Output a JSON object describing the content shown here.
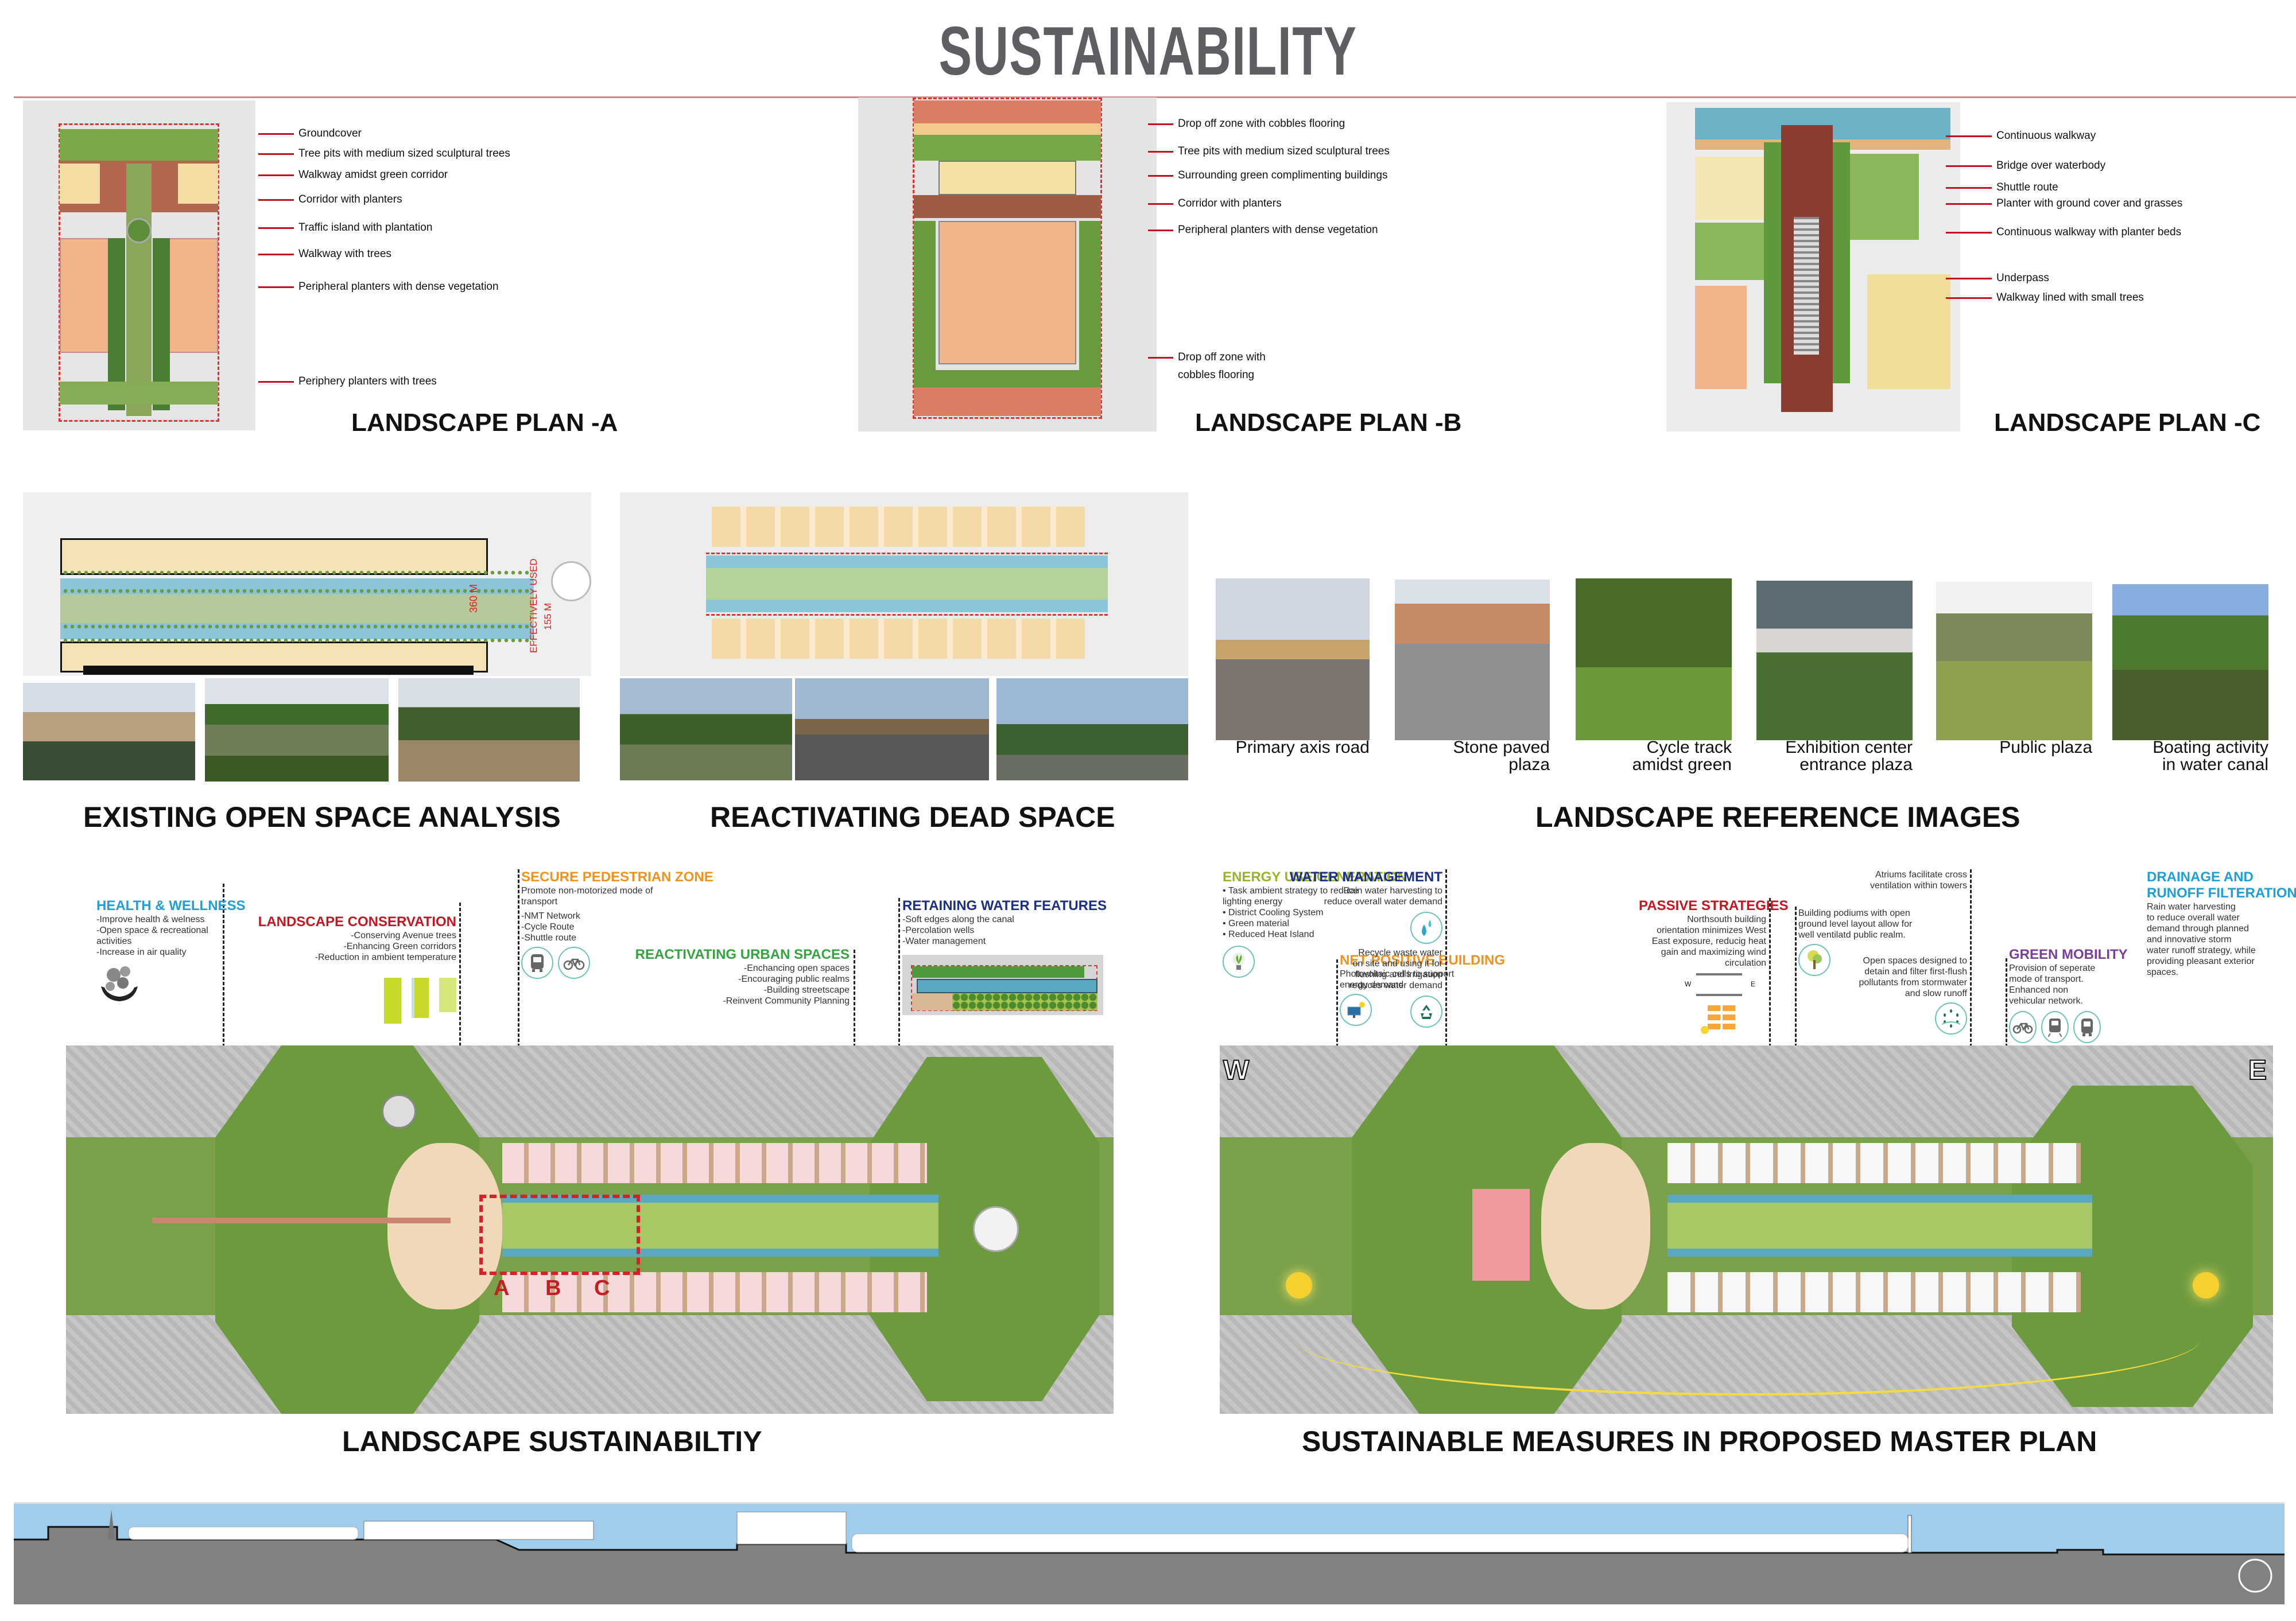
{
  "header": {
    "title": "SUSTAINABILITY"
  },
  "landscape_plans": [
    {
      "title": "LANDSCAPE PLAN -A",
      "callouts": [
        "Groundcover",
        "Tree pits with medium sized sculptural trees",
        "Walkway amidst green corridor",
        "Corridor with planters",
        "Traffic island with plantation",
        "Walkway with trees",
        "Peripheral planters with dense vegetation",
        "Periphery planters with trees"
      ]
    },
    {
      "title": "LANDSCAPE PLAN -B",
      "callouts": [
        "Drop off zone with cobbles flooring",
        "Tree pits with medium sized sculptural trees",
        "Surrounding green complimenting buildings",
        "Corridor with planters",
        "Peripheral planters with dense vegetation",
        "Drop off zone with",
        "cobbles flooring"
      ]
    },
    {
      "title": "LANDSCAPE PLAN -C",
      "callouts": [
        "Continuous walkway",
        "Bridge over waterbody",
        "Shuttle route",
        "Planter with ground cover and grasses",
        "Continuous walkway with planter beds",
        "Underpass",
        "Walkway lined with small trees"
      ]
    }
  ],
  "existing_open_space": {
    "title": "EXISTING OPEN SPACE ANALYSIS",
    "dimension_label": "360 M",
    "effective_label": "EFFECTIVELY USED",
    "effective_value": "155 M"
  },
  "reactivating_dead_space": {
    "title": "REACTIVATING DEAD SPACE"
  },
  "reference_images": {
    "title": "LANDSCAPE REFERENCE IMAGES",
    "items": [
      {
        "caption_line1": "Primary axis road",
        "caption_line2": ""
      },
      {
        "caption_line1": "Stone paved",
        "caption_line2": "plaza"
      },
      {
        "caption_line1": "Cycle track",
        "caption_line2": "amidst green"
      },
      {
        "caption_line1": "Exhibition center",
        "caption_line2": "entrance plaza"
      },
      {
        "caption_line1": "Public plaza",
        "caption_line2": ""
      },
      {
        "caption_line1": "Boating activity",
        "caption_line2": "in water canal"
      }
    ]
  },
  "landscape_sustainability": {
    "title": "LANDSCAPE SUSTAINABILTIY",
    "plan_markers": [
      "A",
      "B",
      "C"
    ],
    "strategies": [
      {
        "heading": "HEALTH & WELLNESS",
        "color": "#1e9fd8",
        "lines": [
          "-Improve health & welness",
          "-Open space & recreational",
          "activities",
          "-Increase in air quality"
        ]
      },
      {
        "heading": "LANDSCAPE CONSERVATION",
        "color": "#c8141e",
        "lines": [
          "-Conserving Avenue trees",
          "-Enhancing Green corridors",
          "-Reduction in ambient temperature"
        ]
      },
      {
        "heading": "SECURE PEDESTRIAN ZONE",
        "color": "#f0921e",
        "lines": [
          "Promote non-motorized mode of",
          "transport",
          "-NMT Network",
          "-Cycle Route",
          "-Shuttle route"
        ]
      },
      {
        "heading": "REACTIVATING URBAN SPACES",
        "color": "#33a440",
        "lines": [
          "-Enchancing open spaces",
          "-Encouraging public realms",
          "-Building streetscape",
          "-Reinvent Community Planning"
        ]
      },
      {
        "heading": "RETAINING WATER FEATURES",
        "color": "#1b2f86",
        "lines": [
          "-Soft edges along the canal",
          "-Percolation wells",
          "-Water management"
        ]
      }
    ]
  },
  "sustainable_measures": {
    "title": "SUSTAINABLE MEASURES IN PROPOSED MASTER PLAN",
    "compass_west": "W",
    "compass_east": "E",
    "strategies": [
      {
        "heading": "ENERGY USE/GENERATION",
        "color": "#98b42a",
        "lines": [
          "• Task ambient strategy to reduce",
          "lighting energy",
          "• District Cooling System",
          "• Green material",
          "• Reduced Heat Island"
        ]
      },
      {
        "heading": "NET POSITIVE BUILDING",
        "color": "#f0921e",
        "lines": [
          "Photovoltaic cells to support",
          "energy demand"
        ]
      },
      {
        "heading": "WATER MANAGEMENT",
        "color": "#1b2f86",
        "lines": [
          "Rain water harvesting to",
          "reduce overall water demand"
        ],
        "lines2": [
          "Recycle waste water",
          "on site and using it for",
          "flushing and irrigation",
          "reduces water demand"
        ]
      },
      {
        "heading": "PASSIVE STRATEGIES",
        "color": "#c8141e",
        "lines": [
          "Northsouth building",
          "orientation minimizes West",
          "East exposure, reducig heat",
          "gain and maximizing wind",
          "circulation"
        ],
        "diagram_w": "W",
        "diagram_e": "E"
      },
      {
        "heading": "",
        "color": "#333333",
        "lines": [
          "Building podiums with open",
          "ground level layout allow for",
          "well ventilatd public realm."
        ]
      },
      {
        "heading": "",
        "color": "#333333",
        "lines": [
          "Atriums facilitate cross",
          "ventilation within towers"
        ],
        "lines2": [
          "Open spaces designed to",
          "detain and filter first-flush",
          "pollutants from stormwater",
          "and slow runoff"
        ]
      },
      {
        "heading": "GREEN MOBILITY",
        "color": "#7a3f98",
        "lines": [
          "Provision of seperate",
          "mode of transport.",
          "Enhanced non",
          "vehicular network."
        ]
      },
      {
        "heading": "DRAINAGE AND RUNOFF FILTERATION",
        "heading_line1": "DRAINAGE AND",
        "heading_line2": "RUNOFF FILTERATION",
        "color": "#1e9fd8",
        "lines": [
          "Rain water harvesting",
          "to reduce overall water",
          "demand through planned",
          "and innovative storm",
          "water runoff strategy, while",
          "providing pleasant exterior",
          "spaces."
        ]
      }
    ]
  },
  "icons": {
    "bus": "bus-icon",
    "bicycle": "bicycle-icon",
    "train": "train-icon",
    "bulb": "eco-bulb-icon",
    "solar": "solar-panel-icon",
    "drops": "water-drops-icon",
    "recycle": "recycle-icon",
    "tree": "tree-icon",
    "runoff": "runoff-cycle-icon",
    "hands": "health-hands-icon"
  },
  "colors": {
    "title_gray": "#5f5f63",
    "callout_red": "#c0141d",
    "sky": "#a0cdee",
    "ground": "#818180",
    "plan_green": "#6a9a3e",
    "plan_peach": "#f2b48a",
    "canal_blue": "#67b3cc",
    "teal_ring": "#6cc4b6"
  }
}
